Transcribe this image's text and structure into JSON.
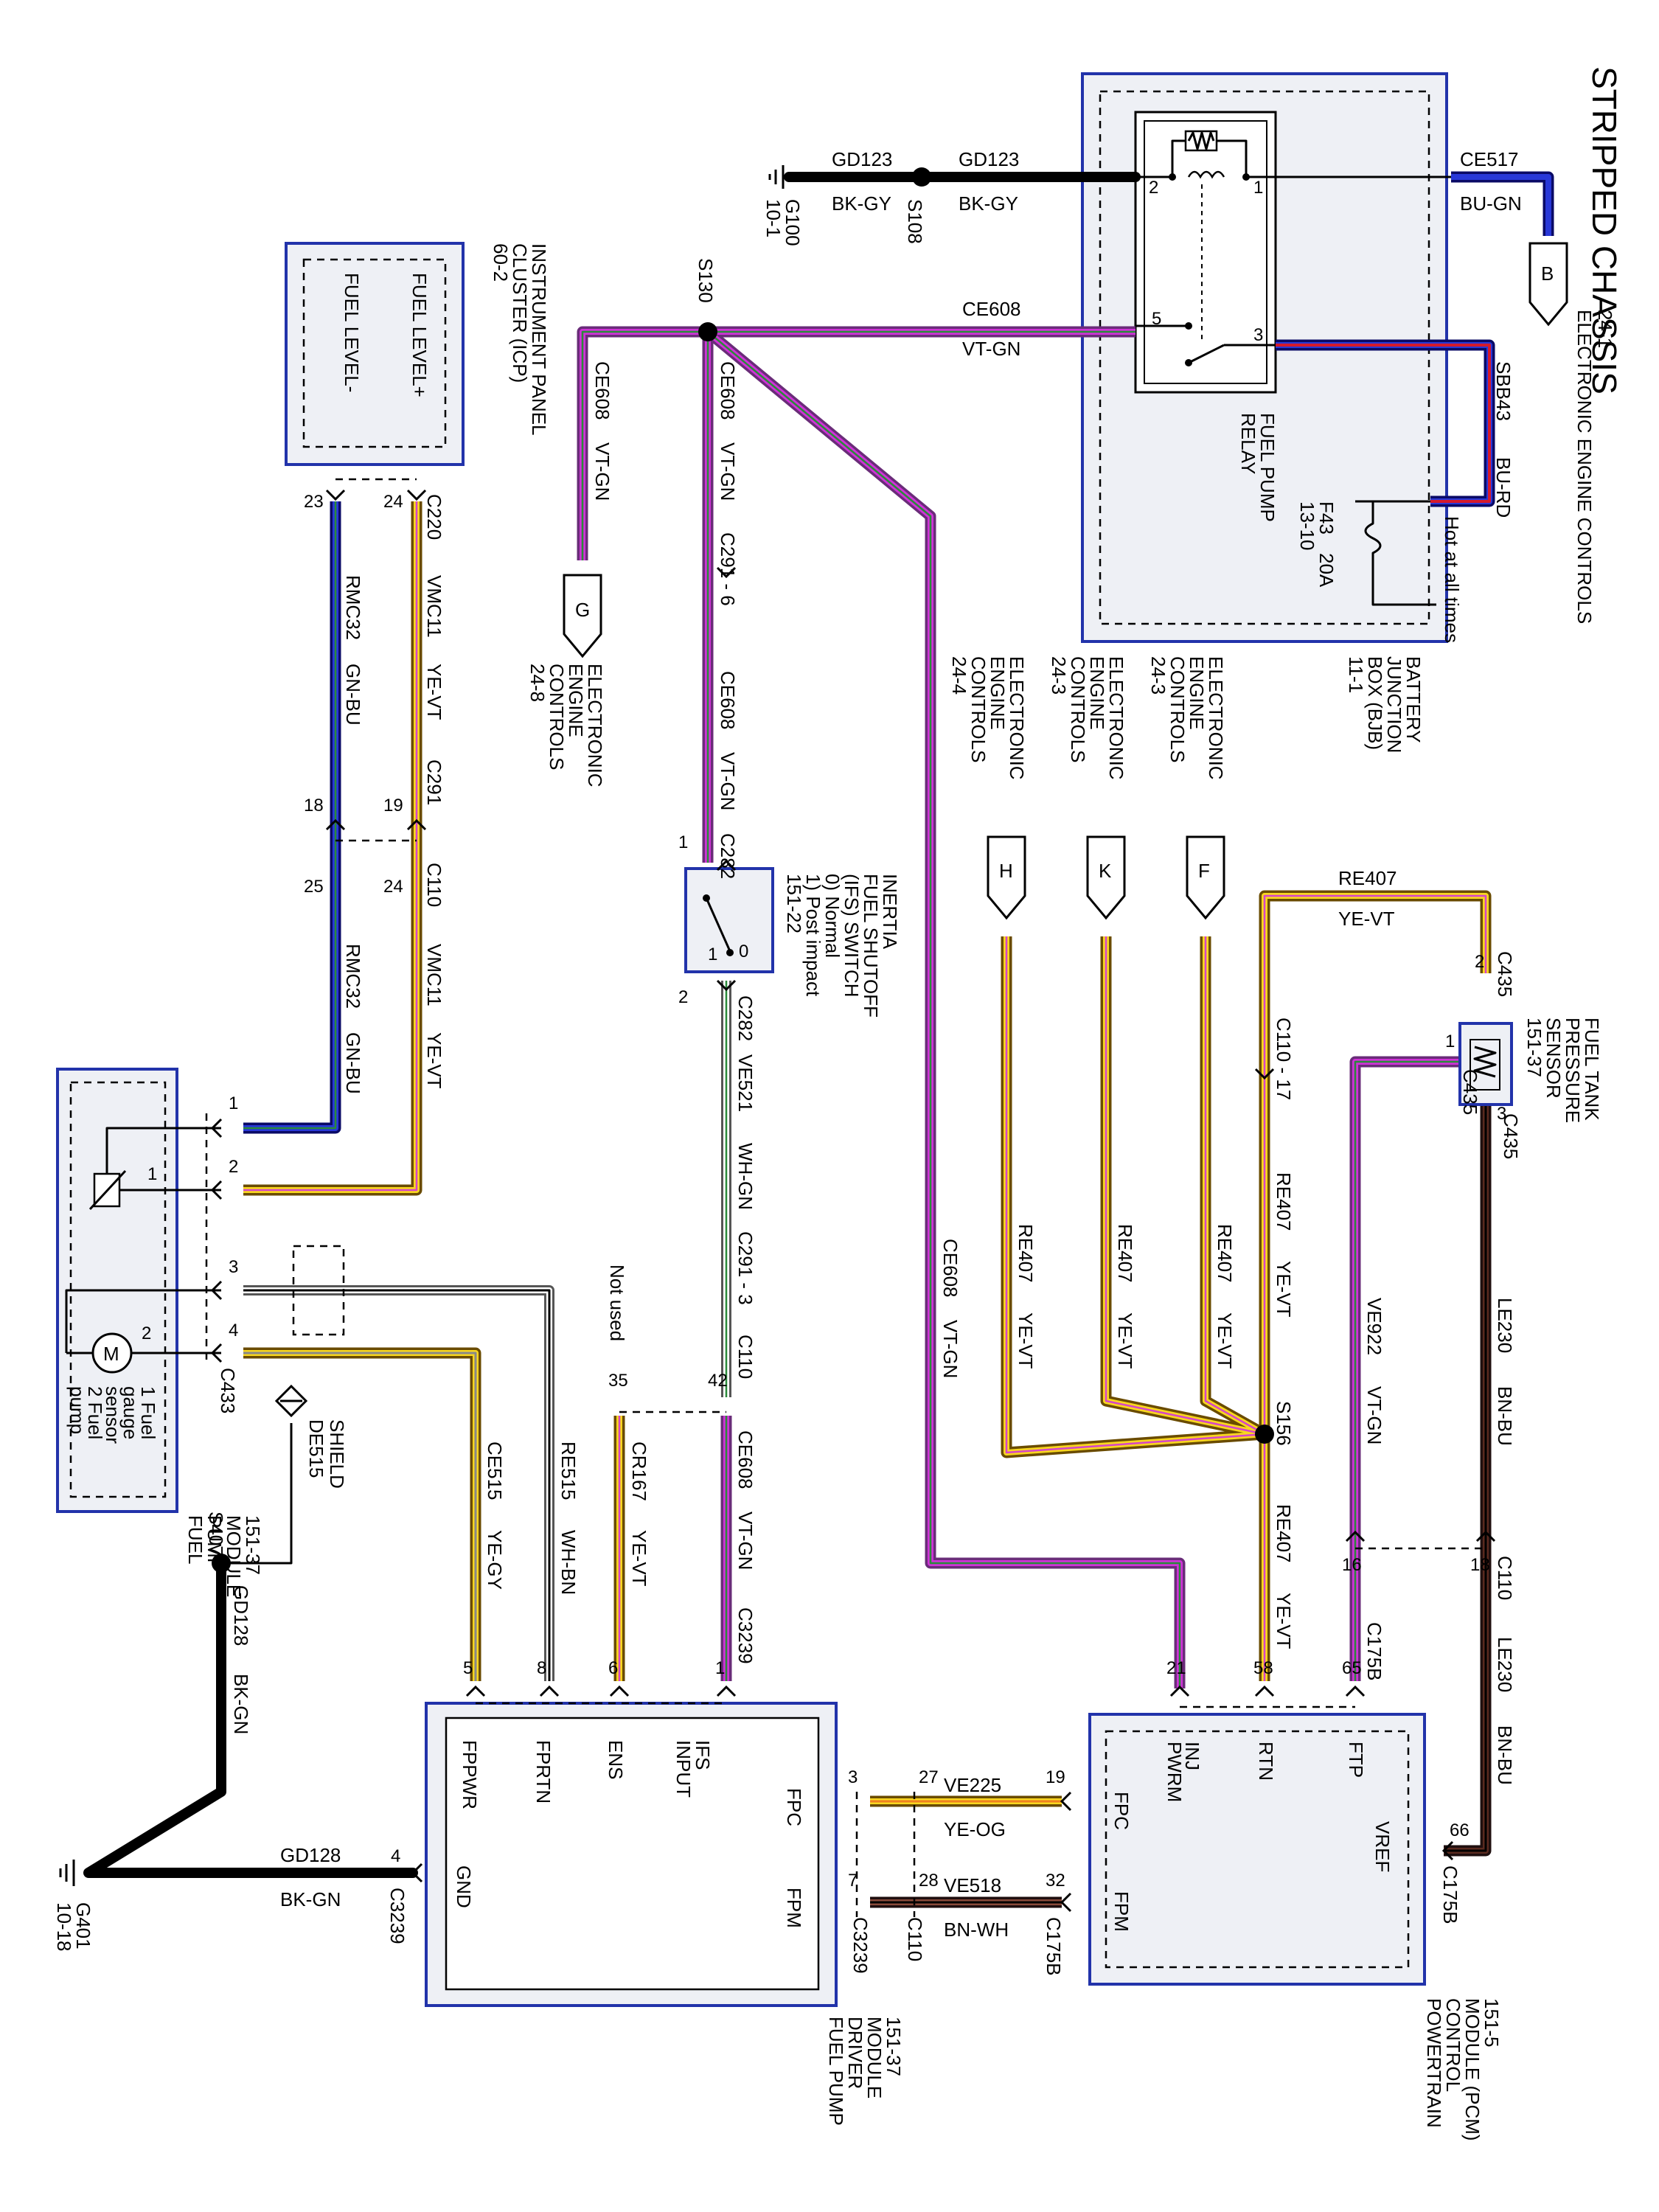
{
  "title": "STRIPPED CHASSIS",
  "header_ref": {
    "letter": "B",
    "line1": "ELECTRONIC ENGINE CONTROLS",
    "line2": "24-1"
  },
  "ce517": {
    "circuit": "CE517",
    "color": "BU-GN"
  },
  "gd123": {
    "circuit": "GD123",
    "color": "BK-GY"
  },
  "s108": "S108",
  "g100": {
    "name": "G100",
    "ref": "10-1"
  },
  "ce608": {
    "circuit": "CE608",
    "color": "VT-GN"
  },
  "s130": "S130",
  "relay": {
    "line1": "FUEL PUMP",
    "line2": "RELAY",
    "pins": [
      "1",
      "2",
      "3",
      "5"
    ]
  },
  "sbb43": {
    "circuit": "SBB43",
    "color": "BU-RD"
  },
  "fuse": {
    "name": "F43",
    "rating": "20A",
    "ref": "13-10",
    "hot": "Hot at all times"
  },
  "bjb": {
    "line1": "BATTERY",
    "line2": "JUNCTION",
    "line3": "BOX (BJB)",
    "ref": "11-1"
  },
  "eec_refs": [
    {
      "letter": "F",
      "line1": "ELECTRONIC",
      "line2": "ENGINE",
      "line3": "CONTROLS",
      "ref": "24-3"
    },
    {
      "letter": "K",
      "line1": "ELECTRONIC",
      "line2": "ENGINE",
      "line3": "CONTROLS",
      "ref": "24-3"
    },
    {
      "letter": "H",
      "line1": "ELECTRONIC",
      "line2": "ENGINE",
      "line3": "CONTROLS",
      "ref": "24-4"
    },
    {
      "letter": "G",
      "line1": "ELECTRONIC",
      "line2": "ENGINE",
      "line3": "CONTROLS",
      "ref": "24-8"
    }
  ],
  "re407": {
    "circuit": "RE407",
    "color": "YE-VT"
  },
  "le230": {
    "circuit": "LE230",
    "color": "BN-BU"
  },
  "ve922": {
    "circuit": "VE922",
    "color": "VT-GN"
  },
  "ve521": {
    "circuit": "VE521",
    "color": "WH-GN"
  },
  "cr167": {
    "circuit": "CR167",
    "color": "YE-VT"
  },
  "re515": {
    "circuit": "RE515",
    "color": "WH-BN"
  },
  "ce515": {
    "circuit": "CE515",
    "color": "YE-GY"
  },
  "de515": "DE515",
  "shield": "SHIELD",
  "gd128": {
    "circuit": "GD128",
    "color": "BK-GN"
  },
  "s407": "S407",
  "g401": {
    "name": "G401",
    "ref": "10-18"
  },
  "ve225": {
    "circuit": "VE225",
    "color": "YE-OG"
  },
  "ve518": {
    "circuit": "VE518",
    "color": "BN-WH"
  },
  "vmc11": {
    "circuit": "VMC11",
    "color": "YE-VT"
  },
  "rmc32": {
    "circuit": "RMC32",
    "color": "GN-BU"
  },
  "s156": "S156",
  "not_used": "Not used",
  "connectors": {
    "c435": "C435",
    "c110": "C110",
    "c110_17": "C110 - 17",
    "c175b": "C175B",
    "c291_6": "C291 - 6",
    "c282": "C282",
    "c291_3": "C291 - 3",
    "c3239": "C3239",
    "c220": "C220",
    "c291": "C291",
    "c433": "C433"
  },
  "ftps": {
    "line1": "FUEL TANK",
    "line2": "PRESSURE",
    "line3": "SENSOR",
    "ref": "151-37"
  },
  "ifs": {
    "line1": "INERTIA",
    "line2": "FUEL SHUTOFF",
    "line3": "(IFS) SWITCH",
    "line4": "0) Normal",
    "line5": "1) Post impact",
    "ref": "151-22"
  },
  "icp": {
    "line1": "INSTRUMENT PANEL",
    "line2": "CLUSTER (ICP)",
    "ref": "60-2",
    "pin_plus": "FUEL LEVEL+",
    "pin_minus": "FUEL LEVEL-"
  },
  "fpm": {
    "line1": "FUEL",
    "line2": "PUMP",
    "line3": "MODULE",
    "ref": "151-37",
    "legend1": "1 Fuel",
    "legend2": "gauge",
    "legend3": "sensor",
    "legend4": "2 Fuel",
    "legend5": "pump"
  },
  "fpdm": {
    "line1": "FUEL PUMP",
    "line2": "DRIVER",
    "line3": "MODULE",
    "ref": "151-37",
    "pins": [
      "FPPWR",
      "FPRTN",
      "ENS",
      "IFS",
      "INPUT",
      "GND",
      "FPC",
      "FPM"
    ]
  },
  "pcm": {
    "line1": "POWERTRAIN",
    "line2": "CONTROL",
    "line3": "MODULE (PCM)",
    "ref": "151-5",
    "pins": [
      "FTP",
      "RTN",
      "INJ",
      "PWRM",
      "FPC",
      "FPM",
      "VREF"
    ]
  },
  "pin_numbers": [
    "1",
    "2",
    "3",
    "4",
    "5",
    "6",
    "7",
    "8",
    "16",
    "17",
    "18",
    "19",
    "21",
    "23",
    "24",
    "25",
    "27",
    "28",
    "32",
    "35",
    "42",
    "58",
    "65",
    "66"
  ]
}
